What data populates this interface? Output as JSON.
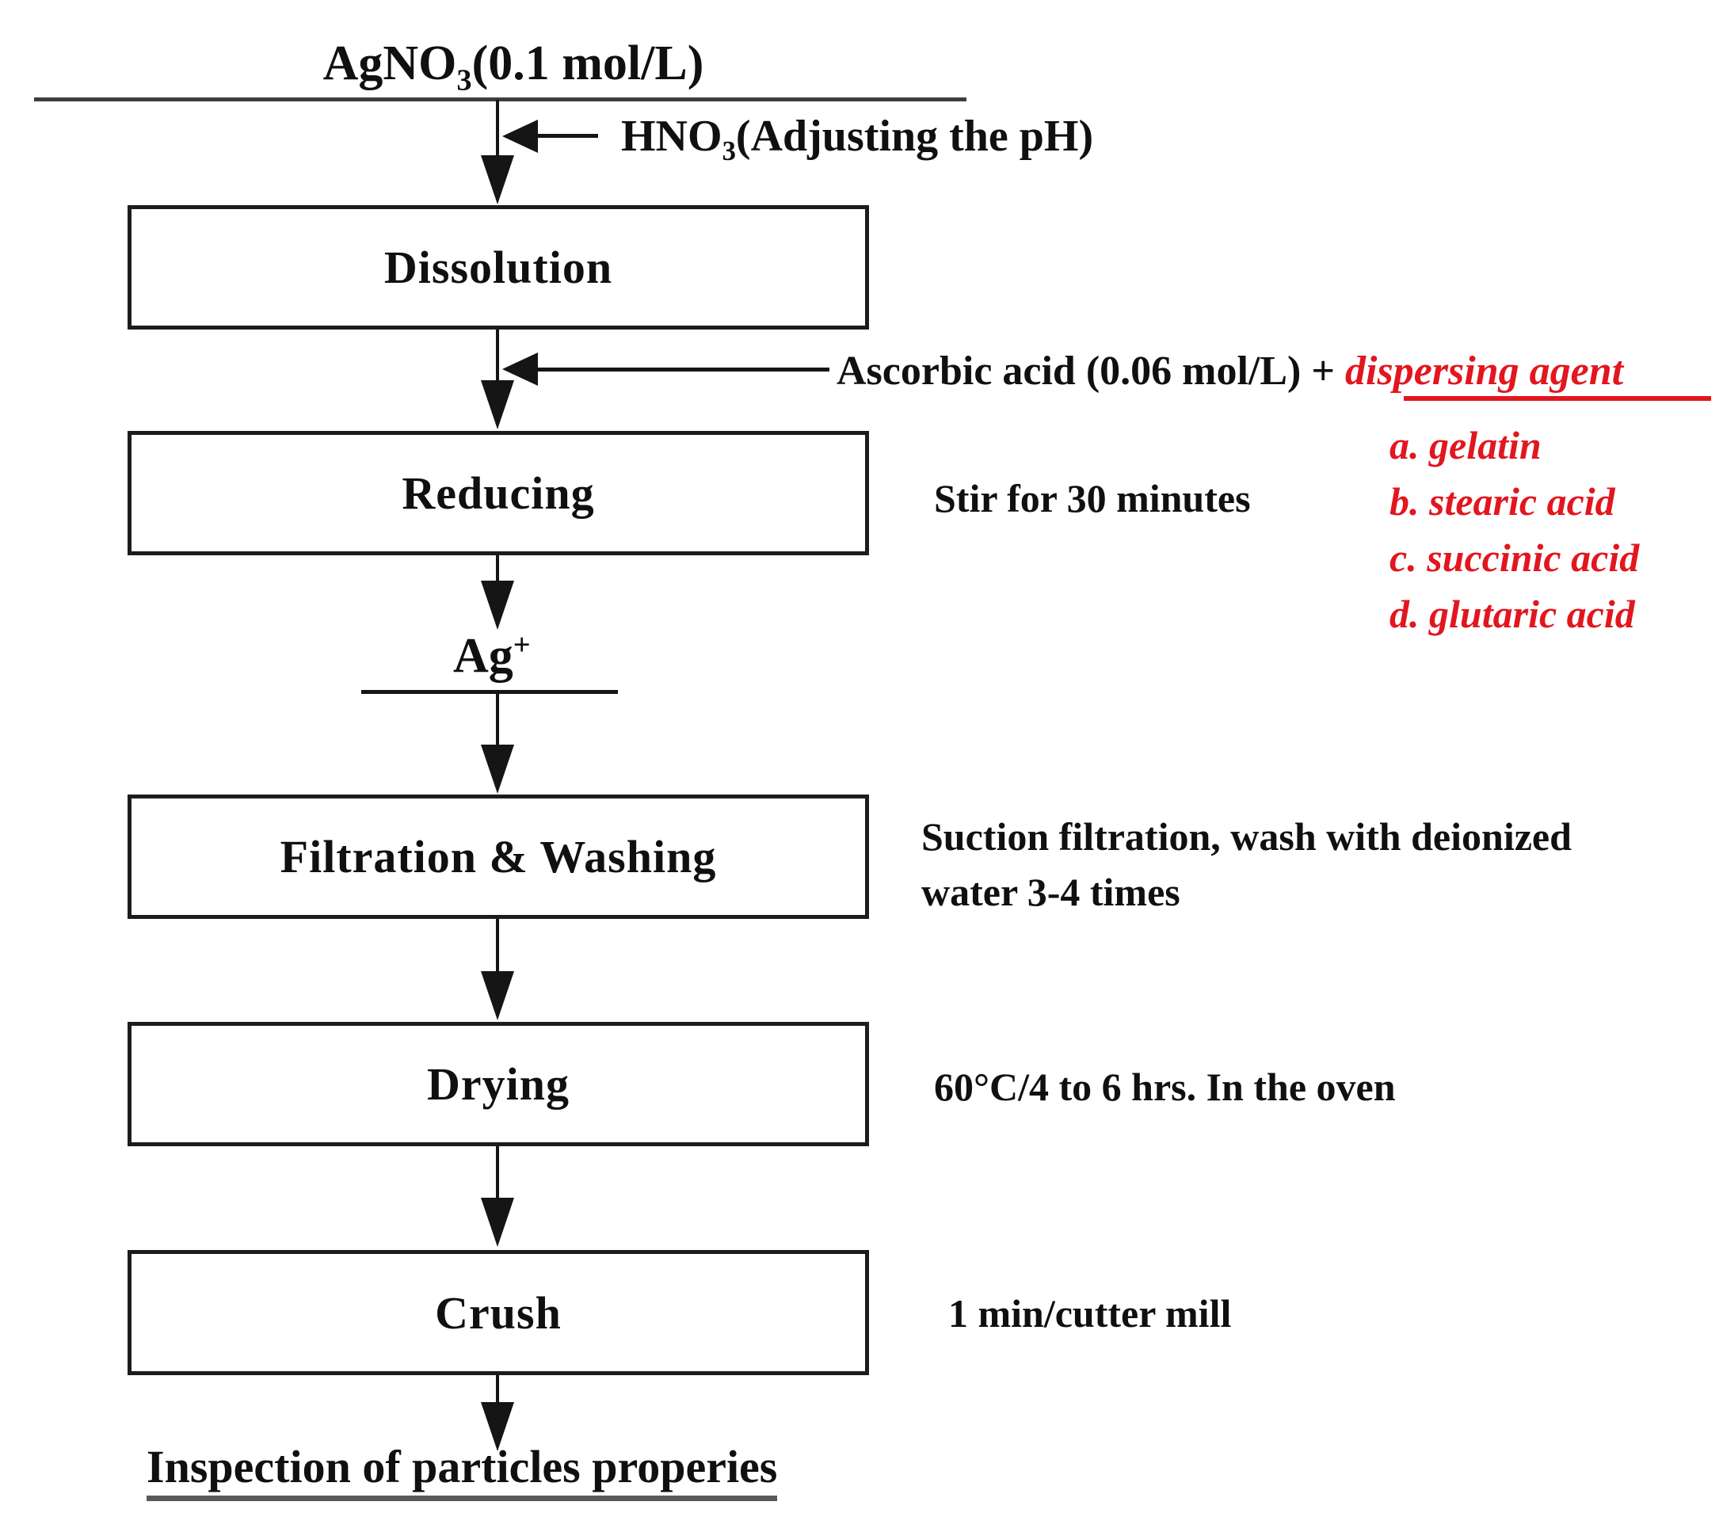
{
  "source": {
    "formula": "AgNO",
    "formula_sub": "3",
    "concentration": "(0.1 mol/L)"
  },
  "ph_adjust": {
    "formula": "HNO",
    "formula_sub": "3",
    "note": "(Adjusting the pH)"
  },
  "steps": {
    "dissolution": {
      "label": "Dissolution"
    },
    "reducing": {
      "label": "Reducing",
      "annotation": "Stir for 30 minutes"
    },
    "filtration": {
      "label": "Filtration & Washing",
      "annotation_line1": "Suction filtration, wash with deionized",
      "annotation_line2": "water 3-4 times"
    },
    "drying": {
      "label": "Drying",
      "annotation": "60°C/4 to 6 hrs. In the oven"
    },
    "crush": {
      "label": "Crush",
      "annotation": "1 min/cutter mill"
    }
  },
  "reducing_feed": {
    "black_text": "Ascorbic acid (0.06 mol/L) + ",
    "red_text": "dispersing agent",
    "dispersing_agents": [
      "a. gelatin",
      "b. stearic acid",
      "c. succinic acid",
      "d. glutaric acid"
    ]
  },
  "intermediate": {
    "species": "Ag",
    "charge": "+"
  },
  "final": {
    "label": "Inspection of particles properies"
  },
  "colors": {
    "accent_red": "#e2161f",
    "line_black": "#1c1c1c"
  }
}
